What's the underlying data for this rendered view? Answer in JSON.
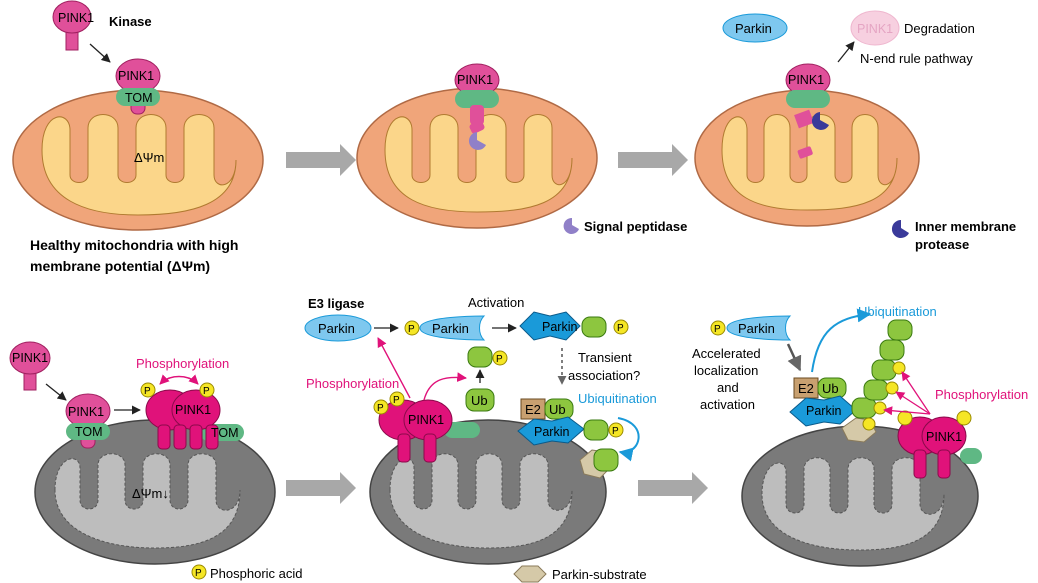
{
  "labels": {
    "pink1": "PINK1",
    "tom": "TOM",
    "kinase": "Kinase",
    "parkin": "Parkin",
    "ub": "Ub",
    "e2": "E2",
    "p": "P",
    "delta_psi": "ΔΨm",
    "delta_psi_down": "ΔΨm↓",
    "degradation": "Degradation",
    "n_end_rule": "N-end rule pathway",
    "healthy_line1": "Healthy mitochondria with high",
    "healthy_line2": "membrane potential (ΔΨm)",
    "signal_peptidase": "Signal peptidase",
    "inner_membrane_protease_1": "Inner membrane",
    "inner_membrane_protease_2": "protease",
    "e3_ligase": "E3 ligase",
    "activation": "Activation",
    "phosphorylation": "Phosphorylation",
    "transient_1": "Transient",
    "transient_2": "association?",
    "ubiquitination": "Ubiquitination",
    "accelerated_1": "Accelerated",
    "accelerated_2": "localization",
    "accelerated_3": "and",
    "accelerated_4": "activation",
    "phosphoric_acid": "Phosphoric acid",
    "parkin_substrate": "Parkin-substrate"
  },
  "colors": {
    "pink1": "#e0509a",
    "pink1_dark": "#e0127a",
    "tom": "#5fb884",
    "parkin": "#7ec8ef",
    "parkin_dark": "#1a9ad9",
    "ub": "#8dc63f",
    "phosphate": "#f5e625",
    "healthy_outer": "#f0a57a",
    "healthy_inner": "#fbd68a",
    "damaged_outer": "#7a7a7a",
    "damaged_inner": "#bdbdbd",
    "arrow_gray": "#a8a8a8",
    "e2": "#c8a070",
    "substrate": "#d5c9a8",
    "protease": "#9080c8",
    "protease_dark": "#3a3a9a"
  }
}
